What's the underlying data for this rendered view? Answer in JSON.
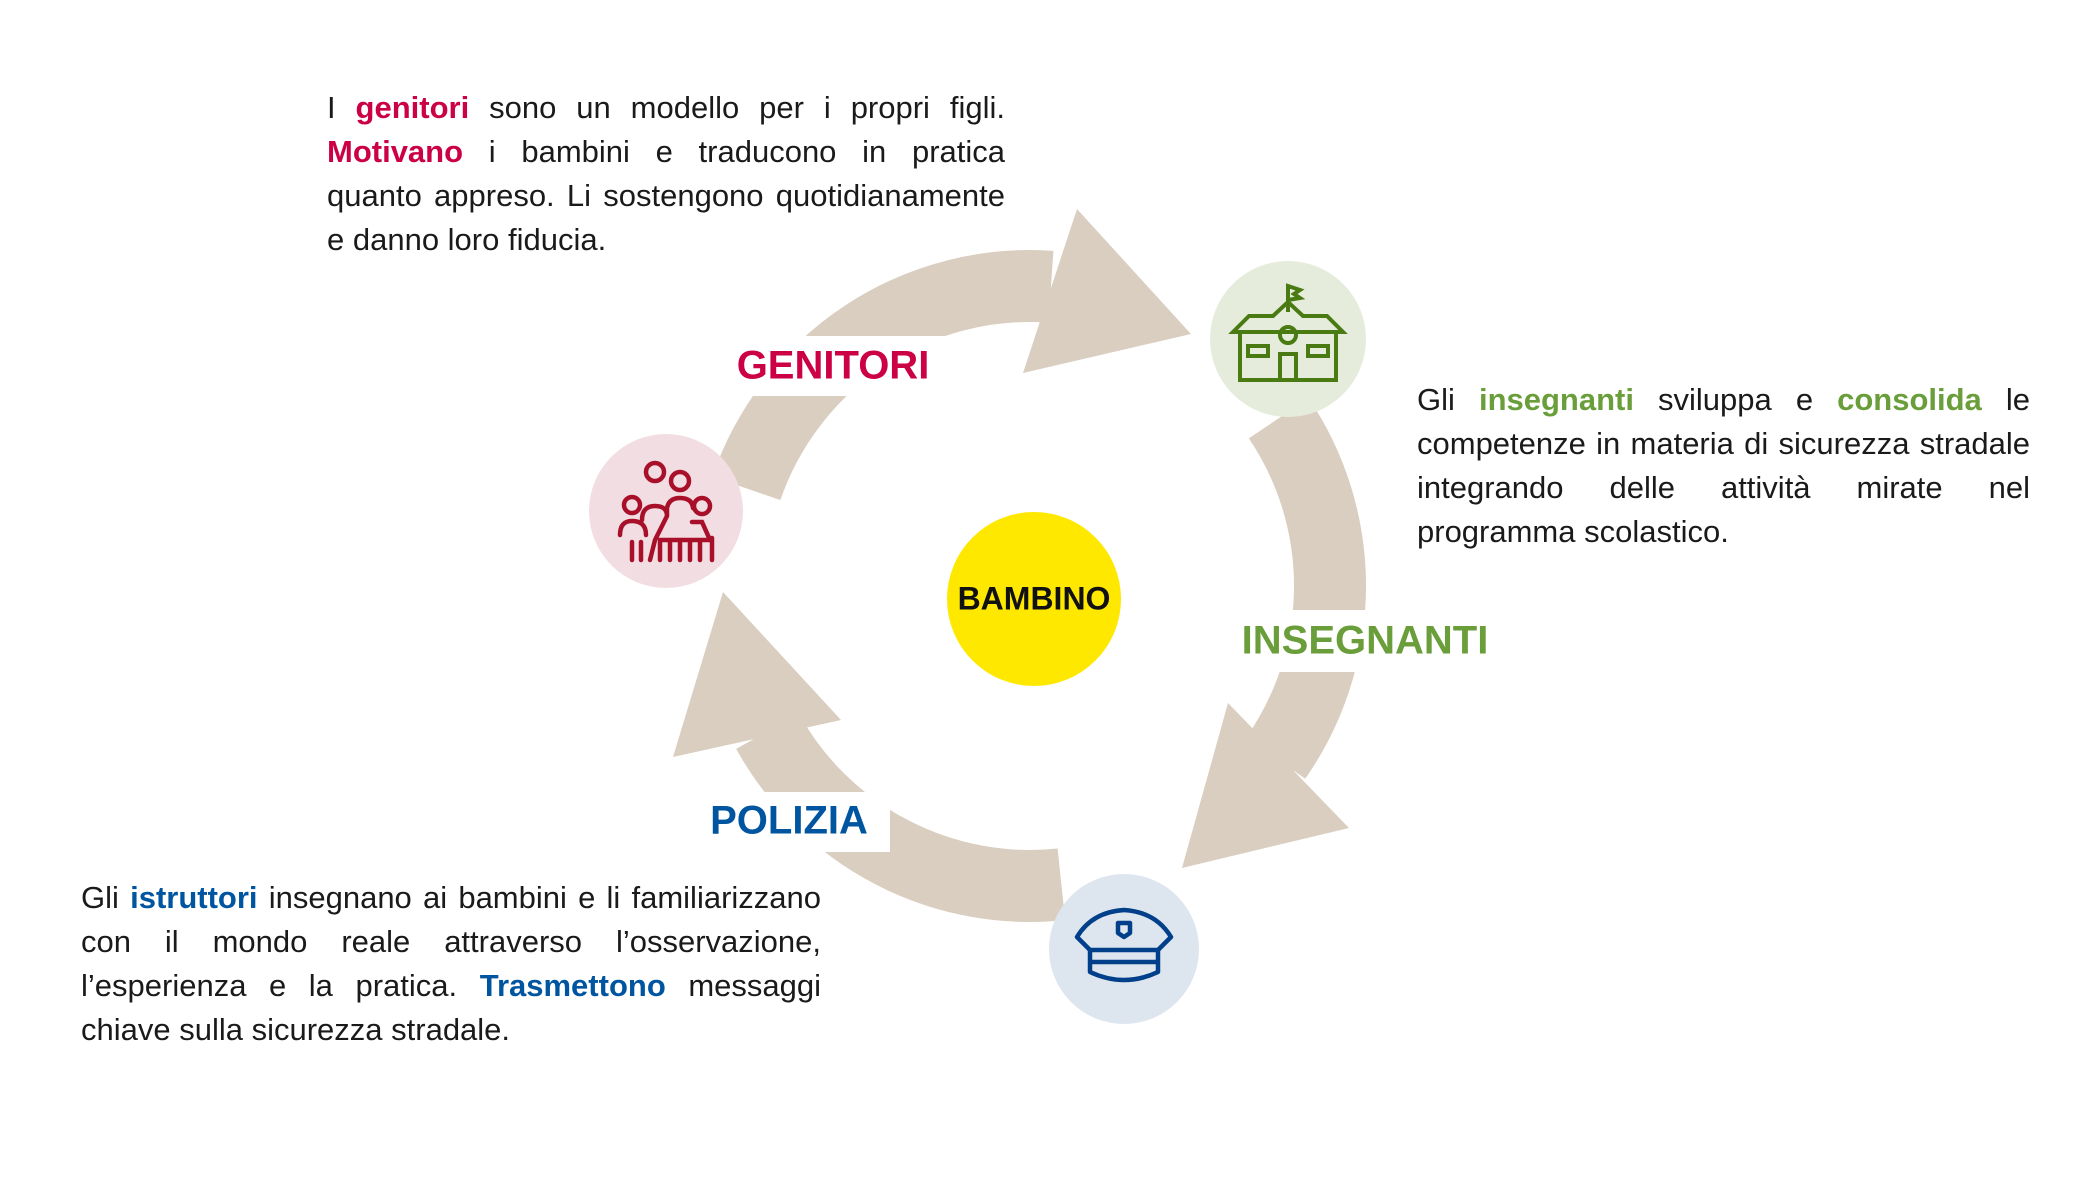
{
  "center": {
    "label": "BAMBINO",
    "color": "#ffe800"
  },
  "colors": {
    "arrow": "#d9cec0",
    "genitori": "#cc0044",
    "insegnanti": "#6a9e3a",
    "polizia": "#0055a0"
  },
  "nodes": {
    "genitori": {
      "label": "GENITORI",
      "icon": "family-icon"
    },
    "insegnanti": {
      "label": "INSEGNANTI",
      "icon": "school-icon"
    },
    "polizia": {
      "label": "POLIZIA",
      "icon": "police-cap-icon"
    }
  },
  "texts": {
    "genitori": [
      "I ",
      "genitori",
      " sono un modello per i propri figli. ",
      "Motivano",
      " i bambini e traducono in pratica quanto appreso. Li sostengono quotidianamente e danno loro fiducia."
    ],
    "insegnanti": [
      "Gli ",
      "insegnanti",
      " sviluppa e ",
      "consolida",
      " le competenze in materia di sicurezza stradale integrando delle attività mirate nel programma scolastico."
    ],
    "polizia": [
      "Gli ",
      "istruttori",
      " insegnano ai bambini e li familiarizzano con il mondo reale attraverso l’osservazione, l’esperienza e la pratica. ",
      "Trasmettono",
      " messaggi chiave sulla sicurezza stradale."
    ]
  }
}
